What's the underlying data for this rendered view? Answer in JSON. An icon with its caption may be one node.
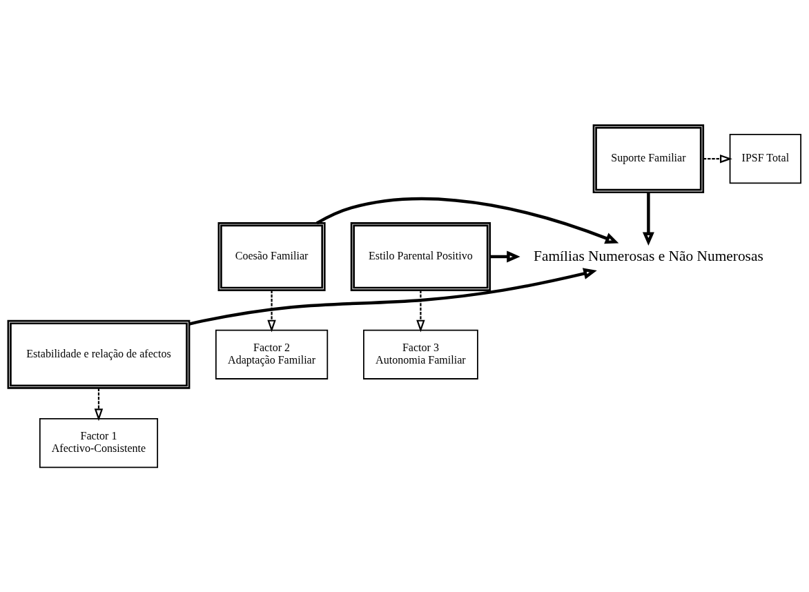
{
  "diagram": {
    "nodes": [
      {
        "text": [
          "Suporte Familiar"
        ]
      },
      {
        "text": [
          "IPSF Total"
        ]
      },
      {
        "text": [
          "Coesão Familiar"
        ]
      },
      {
        "text": [
          "Famílias Numerosas e Não Numerosas"
        ]
      },
      {
        "text": [
          "Estilo Parental Positivo"
        ]
      },
      {
        "text": [
          "Factor 2",
          "Adaptação Familiar"
        ]
      },
      {
        "text": [
          "Estabilidade e relação de afectos"
        ]
      },
      {
        "text": [
          "Factor 3",
          "Autonomia Familiar"
        ]
      },
      {
        "text": [
          "Factor 1",
          "Afectivo-Consistente"
        ]
      }
    ],
    "edges": [
      {
        "from": 0,
        "to": 1,
        "arrow": "to",
        "style": "dashed"
      },
      {
        "from": 0,
        "to": 3,
        "arrow": "to",
        "style": "thick"
      },
      {
        "from": 2,
        "to": 3,
        "arrow": "to",
        "style": "thick"
      },
      {
        "from": 4,
        "to": 3,
        "arrow": "to",
        "style": "thick"
      },
      {
        "from": 2,
        "to": 5,
        "arrow": "to",
        "style": "dashed"
      },
      {
        "from": 6,
        "to": 3,
        "arrow": "to",
        "style": "thick"
      },
      {
        "from": 4,
        "to": 7,
        "arrow": "to",
        "style": "dashed"
      },
      {
        "from": 6,
        "to": 8,
        "arrow": "to",
        "style": "dashed"
      }
    ]
  }
}
